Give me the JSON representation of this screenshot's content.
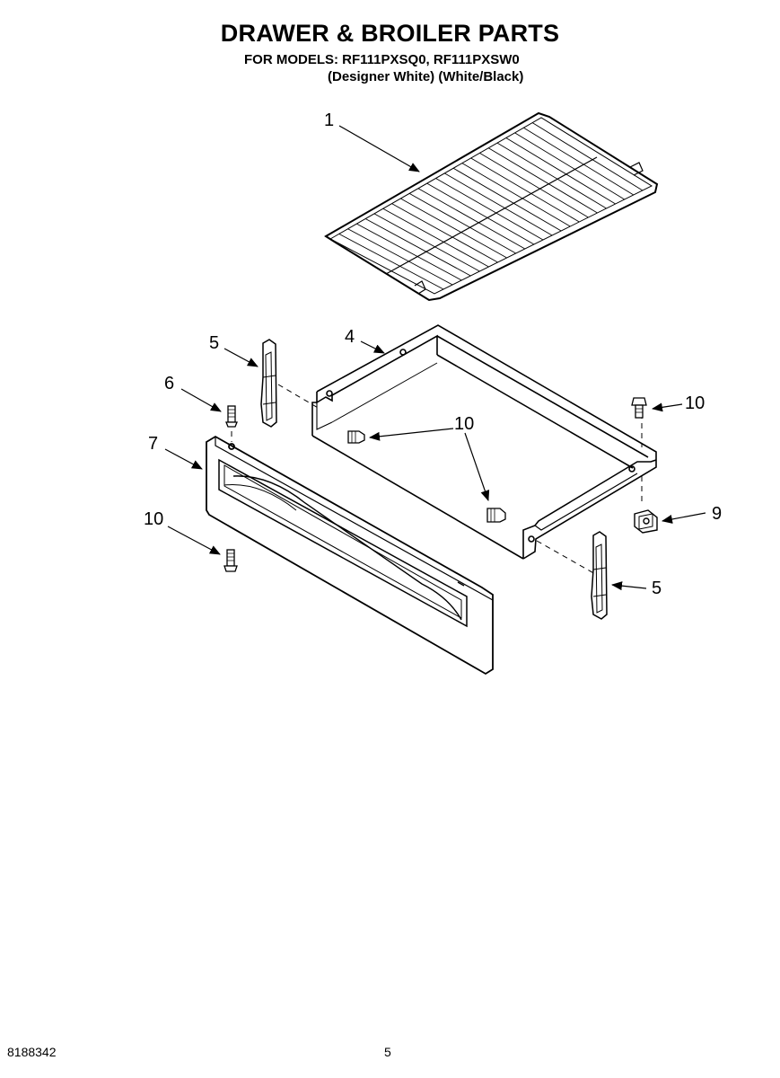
{
  "header": {
    "title": "DRAWER & BROILER PARTS",
    "models": "FOR MODELS: RF111PXSQ0, RF111PXSW0",
    "variants": "(Designer White) (White/Black)"
  },
  "callouts": {
    "broiler_pan": "1",
    "drawer_body": "4",
    "slide_left": "5",
    "stud": "6",
    "drawer_front": "7",
    "screw_front": "10",
    "screw_drawer_mid": "10",
    "screw_right": "10",
    "clip": "9",
    "slide_right": "5"
  },
  "footer": {
    "doc_number": "8188342",
    "page_number": "5"
  }
}
